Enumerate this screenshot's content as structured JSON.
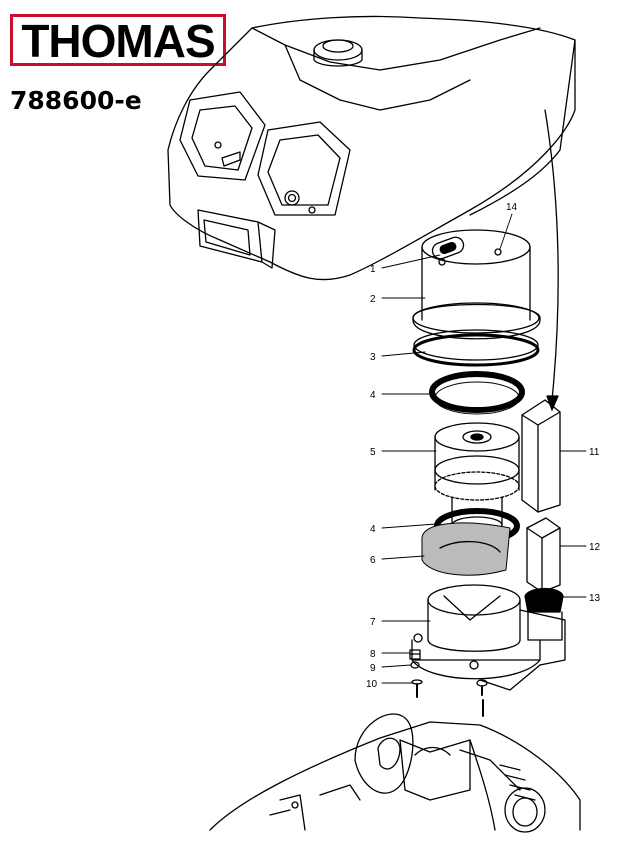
{
  "brand": {
    "name": "THOMAS",
    "accent": "#c8102e"
  },
  "model_number": "788600-e",
  "callouts": [
    {
      "id": "1",
      "label": "1"
    },
    {
      "id": "2",
      "label": "2"
    },
    {
      "id": "3",
      "label": "3"
    },
    {
      "id": "4a",
      "label": "4"
    },
    {
      "id": "5",
      "label": "5"
    },
    {
      "id": "4b",
      "label": "4"
    },
    {
      "id": "6",
      "label": "6"
    },
    {
      "id": "7",
      "label": "7"
    },
    {
      "id": "8",
      "label": "8"
    },
    {
      "id": "9",
      "label": "9"
    },
    {
      "id": "10",
      "label": "10"
    },
    {
      "id": "11",
      "label": "11"
    },
    {
      "id": "12",
      "label": "12"
    },
    {
      "id": "13",
      "label": "13"
    },
    {
      "id": "14",
      "label": "14"
    }
  ]
}
